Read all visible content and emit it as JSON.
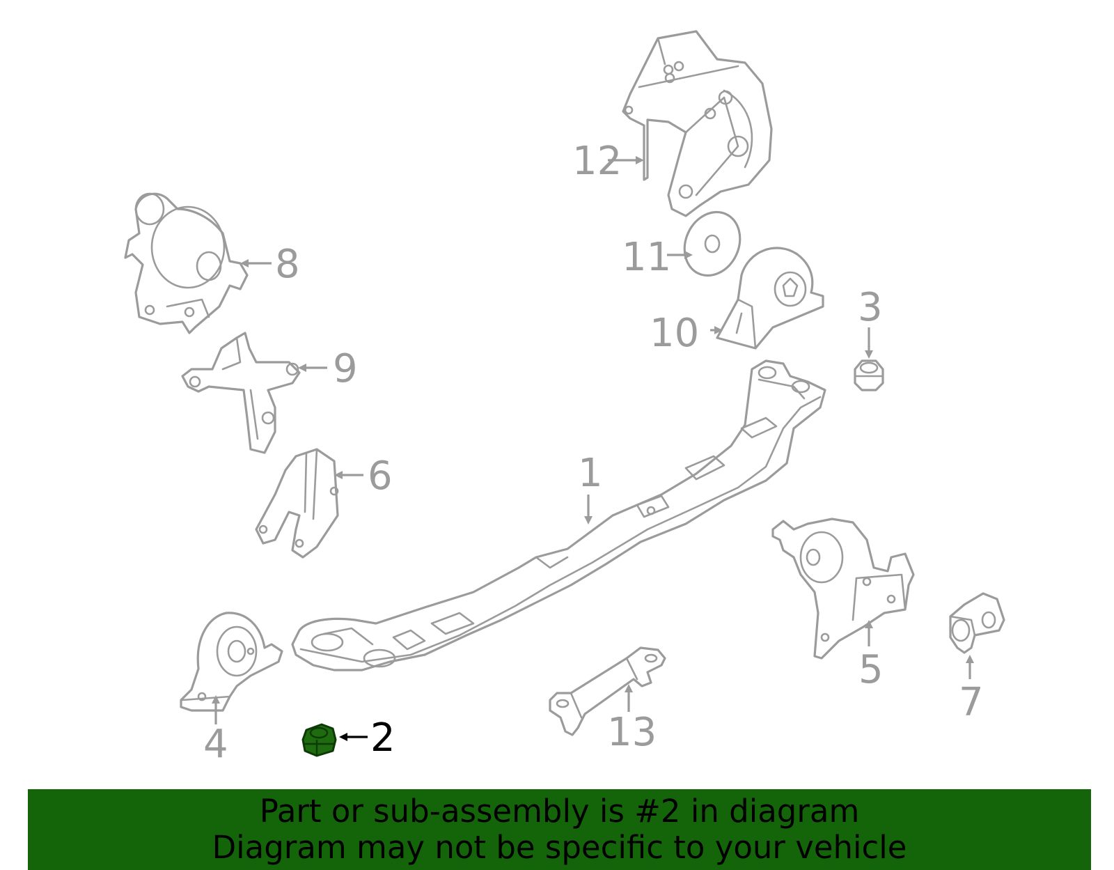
{
  "diagram": {
    "callouts": [
      {
        "id": "1",
        "label": "1",
        "highlighted": false
      },
      {
        "id": "2",
        "label": "2",
        "highlighted": true
      },
      {
        "id": "3",
        "label": "3",
        "highlighted": false
      },
      {
        "id": "4",
        "label": "4",
        "highlighted": false
      },
      {
        "id": "5",
        "label": "5",
        "highlighted": false
      },
      {
        "id": "6",
        "label": "6",
        "highlighted": false
      },
      {
        "id": "7",
        "label": "7",
        "highlighted": false
      },
      {
        "id": "8",
        "label": "8",
        "highlighted": false
      },
      {
        "id": "9",
        "label": "9",
        "highlighted": false
      },
      {
        "id": "10",
        "label": "10",
        "highlighted": false
      },
      {
        "id": "11",
        "label": "11",
        "highlighted": false
      },
      {
        "id": "12",
        "label": "12",
        "highlighted": false
      },
      {
        "id": "13",
        "label": "13",
        "highlighted": false
      }
    ],
    "colors": {
      "line_art": "#9b9b9b",
      "highlight_part": "#1f6b10",
      "banner_background": "#14640a"
    }
  },
  "banner": {
    "line1": "Part or sub-assembly is #2 in diagram",
    "line2": "Diagram may not be specific to your vehicle"
  }
}
